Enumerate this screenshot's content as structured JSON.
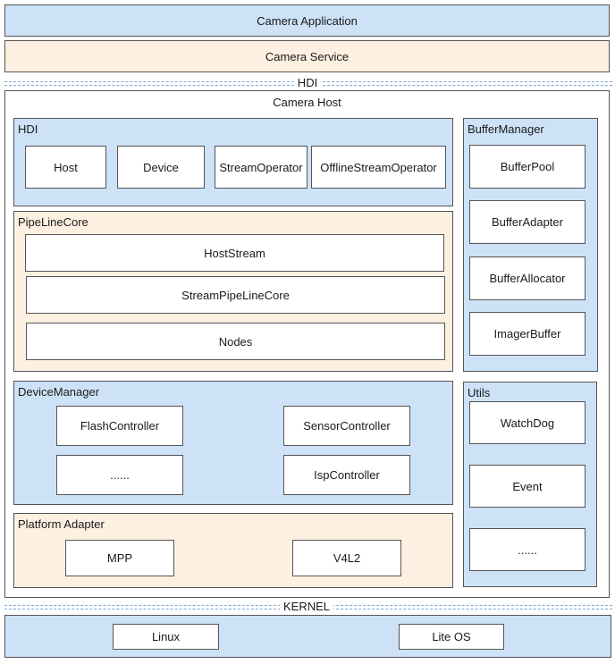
{
  "application": "Camera Application",
  "service": "Camera Service",
  "hdi_divider": "HDI",
  "camera_host": {
    "title": "Camera Host",
    "hdi": {
      "title": "HDI",
      "items": [
        "Host",
        "Device",
        "StreamOperator",
        "OfflineStreamOperator"
      ]
    },
    "pipeline_core": {
      "title": "PipeLineCore",
      "items": [
        "HostStream",
        "StreamPipeLineCore",
        "Nodes"
      ]
    },
    "device_manager": {
      "title": "DeviceManager",
      "items": [
        "FlashController",
        "SensorController",
        "......",
        "IspController"
      ]
    },
    "platform_adapter": {
      "title": "Platform Adapter",
      "items": [
        "MPP",
        "V4L2"
      ]
    },
    "buffer_manager": {
      "title": "BufferManager",
      "items": [
        "BufferPool",
        "BufferAdapter",
        "BufferAllocator",
        "ImagerBuffer"
      ]
    },
    "utils": {
      "title": "Utils",
      "items": [
        "WatchDog",
        "Event",
        "......"
      ]
    }
  },
  "kernel_divider": "KERNEL",
  "kernel": {
    "items": [
      "Linux",
      "Lite OS"
    ]
  },
  "colors": {
    "blue_fill": "#cde2f7",
    "peach_fill": "#fdf0e1",
    "border": "#555555",
    "divider": "#7fa8d6"
  }
}
